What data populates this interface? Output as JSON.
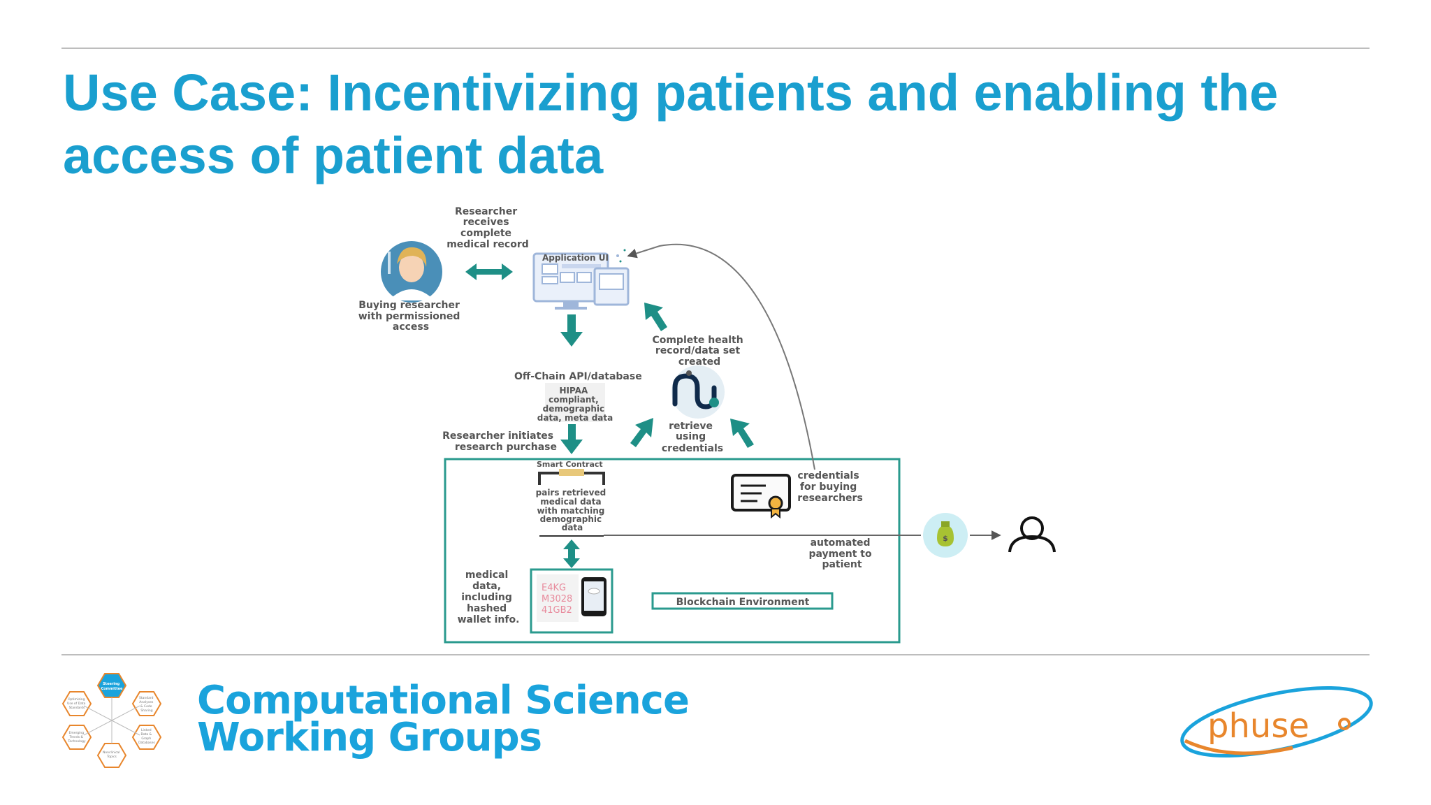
{
  "slide": {
    "title": "Use Case: Incentivizing patients and enabling the access of patient data"
  },
  "diagram": {
    "researcher_receives": [
      "Researcher",
      "receives",
      "complete",
      "medical record"
    ],
    "buying_researcher": [
      "Buying researcher",
      "with permissioned",
      "access"
    ],
    "app_ui_title": "Application UI",
    "complete_health_record": [
      "Complete health",
      "record/data set",
      "created"
    ],
    "off_chain_title": "Off-Chain API/database",
    "off_chain_body": [
      "HIPAA",
      "compliant,",
      "demographic",
      "data, meta data"
    ],
    "researcher_initiates": [
      "Researcher initiates",
      "research purchase"
    ],
    "retrieve_using": [
      "retrieve",
      "using",
      "credentials"
    ],
    "smart_contract_title": "Smart Contract",
    "smart_contract_body": [
      "pairs retrieved",
      "medical data",
      "with matching",
      "demographic",
      "data"
    ],
    "credentials_label": [
      "credentials",
      "for buying",
      "researchers"
    ],
    "automated_payment": [
      "automated",
      "payment to",
      "patient"
    ],
    "medical_data_label": [
      "medical",
      "data,",
      "including",
      "hashed",
      "wallet info."
    ],
    "hash_codes": [
      "E4KG",
      "M3028",
      "41GB2"
    ],
    "blockchain_label": "Blockchain Environment",
    "coin_symbol": "$"
  },
  "footer": {
    "brand_line1": "Computational Science",
    "brand_line2": "Working Groups",
    "hex_center": [
      "Steering",
      "Committee"
    ],
    "hex_labels": [
      [
        "Optimizing",
        "Use of Data",
        "Standards"
      ],
      [
        "Standard",
        "Analyses",
        "& Code",
        "Sharing"
      ],
      [
        "Emerging",
        "Trends &",
        "Technology"
      ],
      [
        "Linked",
        "Data &",
        "Graph",
        "Databases"
      ],
      [
        "Nonclinical",
        "Topics"
      ]
    ],
    "logo_text": "phuse"
  },
  "colors": {
    "title": "#1a9fcf",
    "teal": "#1e8f86",
    "brand_blue": "#1aa3dc",
    "logo_orange": "#e8862c"
  }
}
